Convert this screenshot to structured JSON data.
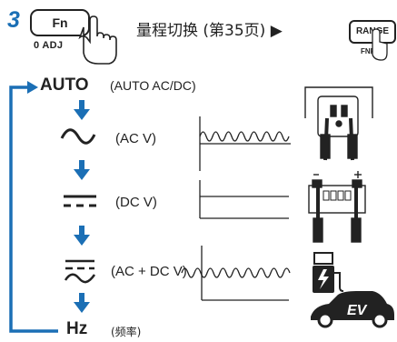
{
  "step_number": "3",
  "fn_key": {
    "label": "Fn",
    "sub_label": "0 ADJ"
  },
  "range_note": "量程切换 (第35页) ▶",
  "range_key": {
    "label": "RANGE",
    "sub_label": "FNR"
  },
  "modes": [
    {
      "symbol": "AUTO",
      "label": "(AUTO AC/DC)"
    },
    {
      "symbol": "AC",
      "label": "(AC V)"
    },
    {
      "symbol": "DC",
      "label": "(DC V)"
    },
    {
      "symbol": "AC+DC",
      "label": "(AC + DC V)"
    },
    {
      "symbol": "Hz",
      "label": "(频率)"
    }
  ],
  "icons": [
    "hand-press-icon",
    "wall-outlet-probe-icon",
    "battery-probe-icon",
    "charging-station-icon",
    "ev-car-icon"
  ],
  "ev_badge": "EV",
  "colors": {
    "accent": "#1b6fb5",
    "ink": "#222222"
  }
}
